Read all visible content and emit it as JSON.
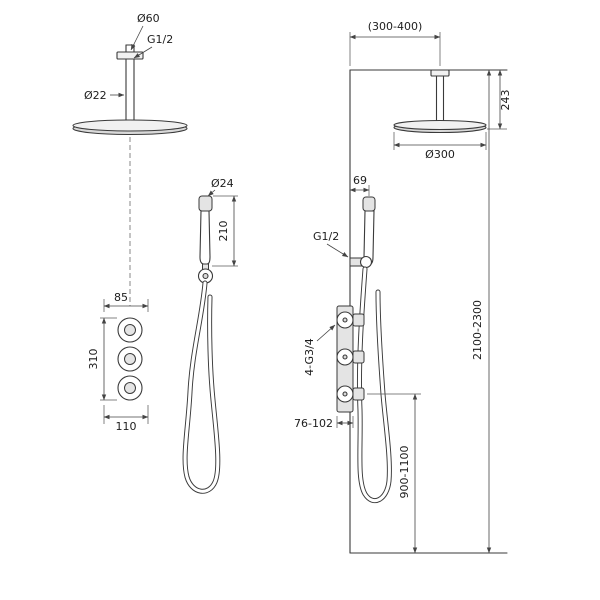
{
  "colors": {
    "line": "#3a3a3a",
    "fill_light": "#f1f1f1",
    "fill_mid": "#d9d9d9",
    "background": "#ffffff"
  },
  "left_view": {
    "dims": {
      "ceiling_flange_diameter": "Ø60",
      "ceiling_thread": "G1/2",
      "arm_diameter": "Ø22",
      "handshower_diameter": "Ø24",
      "handshower_length": "210",
      "valve_offset": "85",
      "valve_span": "310",
      "valve_width": "110"
    }
  },
  "right_view": {
    "dims": {
      "ceiling_arm_range": "(300-400)",
      "arm_drop": "243",
      "head_diameter": "Ø300",
      "handshower_offset": "69",
      "wall_thread": "G1/2",
      "valve_connections": "4-G3/4",
      "recess_depth": "76-102",
      "valve_height": "900-1100",
      "total_height": "2100-2300"
    }
  }
}
